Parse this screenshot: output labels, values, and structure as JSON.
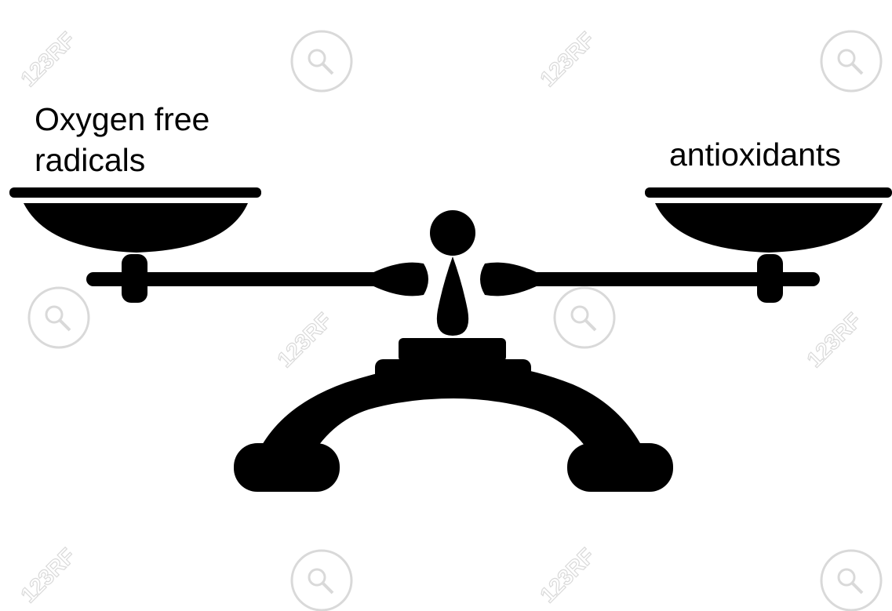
{
  "labels": {
    "left_pan": "Oxygen free radicals",
    "right_pan": "antioxidants"
  },
  "watermark": {
    "text": "123RF"
  },
  "colors": {
    "ink": "#000000",
    "background": "#ffffff",
    "watermark": "#d9d9d9"
  },
  "icons": [
    "balance-scale-icon",
    "watermark-magnifier-icon"
  ]
}
